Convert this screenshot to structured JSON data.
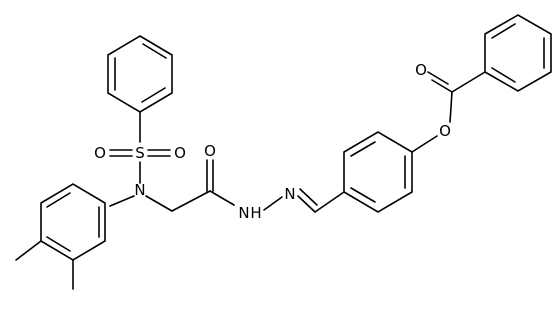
{
  "molecule": {
    "atoms": {
      "sulfur": "S",
      "sulfonyl_oxygen_left": "O",
      "sulfonyl_oxygen_right": "O",
      "sulfonamide_nitrogen": "N",
      "amide_oxygen": "O",
      "hydrazide_nh": "N",
      "hydrazide_h": "H",
      "imine_nitrogen": "N",
      "ester_carbonyl_oxygen": "O",
      "ester_ether_oxygen": "O"
    }
  },
  "colors": {
    "bond": "#000000",
    "label": "#000000",
    "background": "#ffffff"
  }
}
